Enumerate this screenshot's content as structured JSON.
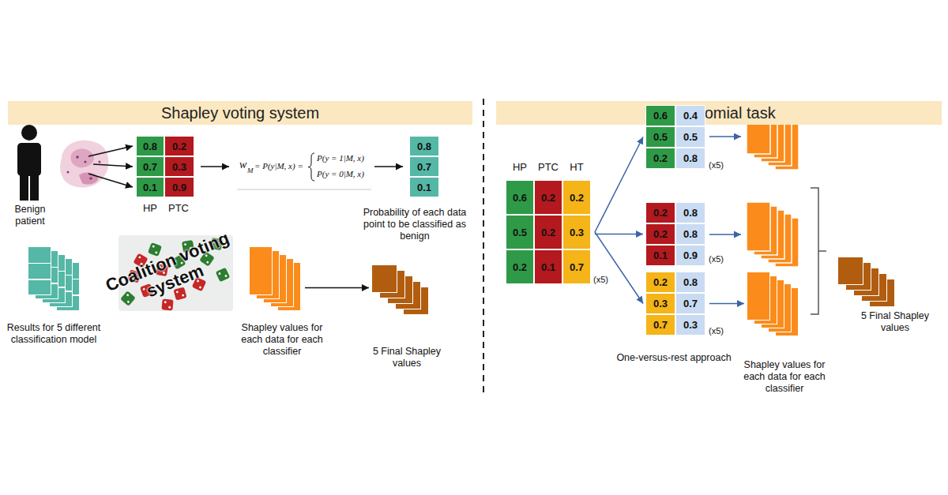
{
  "diagram": {
    "nodes": [
      {
        "text": [
          "Shapley voting system"
        ]
      },
      {
        "text": [
          "0.8",
          "0.7",
          "0.1",
          "HP"
        ]
      },
      {
        "text": [
          "0.2",
          "0.3",
          "0.9",
          "PTC"
        ]
      },
      {
        "text": [
          "0.8",
          "0.7",
          "0.1",
          "Probability of each data point to be classified as benign"
        ]
      },
      {
        "text": [
          "Results for 5 different classification model"
        ]
      },
      {
        "text": [
          "Shapley values for each data for each classifier"
        ]
      },
      {
        "text": [
          "5 Final Shapley values"
        ]
      },
      {
        "text": [
          "Multinomial task"
        ]
      },
      {
        "text": [
          "HP",
          "0.6",
          "0.5",
          "0.2"
        ]
      },
      {
        "text": [
          "PTC",
          "0.2",
          "0.2",
          "0.1"
        ]
      },
      {
        "text": [
          "HT",
          "0.2",
          "0.3",
          "0.7"
        ]
      },
      {
        "text": [
          "0.6",
          "0.5",
          "0.2"
        ]
      },
      {
        "text": [
          "0.4",
          "0.5",
          "0.8"
        ]
      },
      {
        "text": [
          "0.2",
          "0.2",
          "0.1"
        ]
      },
      {
        "text": [
          "0.8",
          "0.8",
          "0.9"
        ]
      },
      {
        "text": [
          "0.2",
          "0.3",
          "0.7"
        ]
      },
      {
        "text": [
          "0.8",
          "0.7",
          "0.3"
        ]
      },
      {
        "text": [
          "Shapley values for each data for each classifier"
        ]
      },
      {
        "text": [
          "5 Final Shapley values"
        ]
      }
    ],
    "edges": [
      {
        "from": 5,
        "to": 6,
        "arrow": "to"
      },
      {
        "from": 10,
        "to": 11,
        "arrow": "to"
      },
      {
        "from": 10,
        "to": 13,
        "arrow": "to"
      },
      {
        "from": 10,
        "to": 15,
        "arrow": "to"
      },
      {
        "from": 16,
        "to": 17,
        "arrow": "to"
      }
    ],
    "labels": [
      "Benign patient",
      "w",
      "M",
      "= P(y|M, x) =",
      "P(y = 1|M, x)",
      "P(y = 0|M, x)",
      "Coalition voting system",
      "(x5)",
      "(x5)",
      "(x5)",
      "(x5)",
      "One-versus-rest approach"
    ]
  }
}
